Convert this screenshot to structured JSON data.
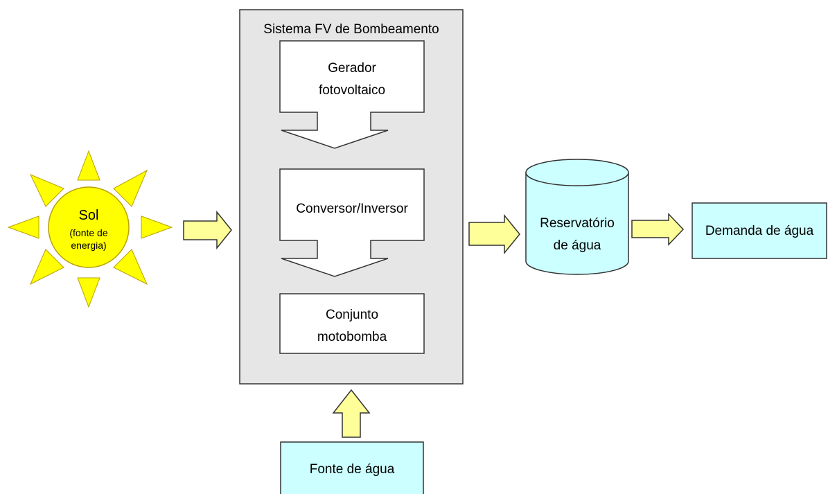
{
  "colors": {
    "sun_fill": "#ffff00",
    "sun_ray": "#ffff00",
    "sun_stroke": "#b9a000",
    "arrow_fill": "#ffff99",
    "arrow_stroke": "#333333",
    "system_bg": "#e6e6e6",
    "box_fill": "#ffffff",
    "water_fill": "#ccffff",
    "stroke": "#333333"
  },
  "sun": {
    "title": "Sol",
    "subtitle_line1": "(fonte de",
    "subtitle_line2": "energia)"
  },
  "system": {
    "title": "Sistema FV de Bombeamento",
    "generator_line1": "Gerador",
    "generator_line2": "fotovoltaico",
    "converter": "Conversor/Inversor",
    "pump_line1": "Conjunto",
    "pump_line2": "motobomba"
  },
  "reservoir": {
    "line1": "Reservatório",
    "line2": "de água"
  },
  "demand": {
    "label": "Demanda de água"
  },
  "source": {
    "label": "Fonte de água"
  }
}
